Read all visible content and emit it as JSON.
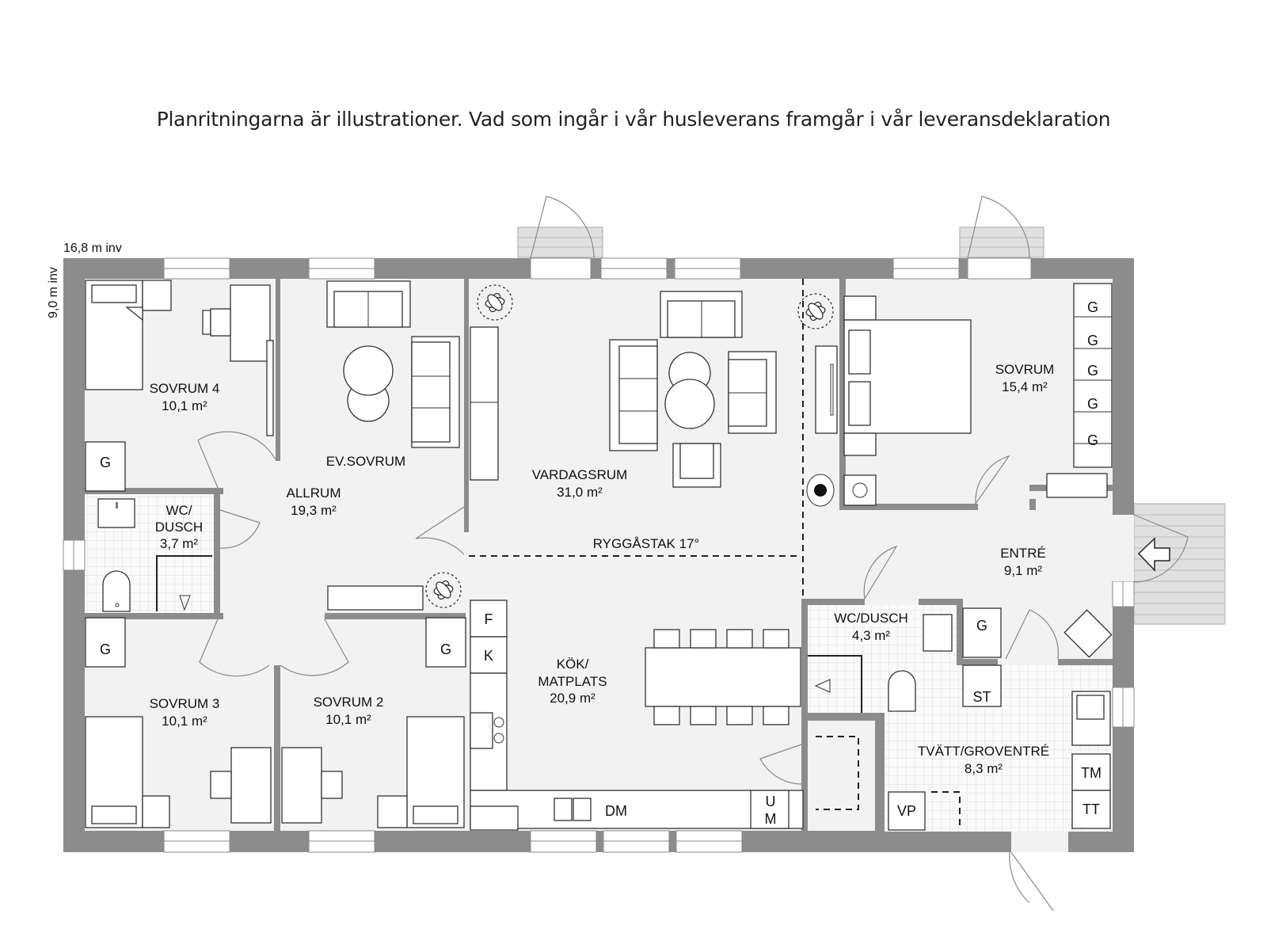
{
  "caption": "Planritningarna är illustrationer. Vad som ingår i vår husleverans framgår i vår leveransdeklaration",
  "dimensions": {
    "width": "16,8 m inv",
    "depth": "9,0 m inv"
  },
  "roof": "RYGGÅSTAK 17°",
  "rooms": {
    "sovrum4": {
      "name": "SOVRUM 4",
      "area": "10,1 m²"
    },
    "allrum": {
      "alt": "EV.SOVRUM",
      "name": "ALLRUM",
      "area": "19,3 m²"
    },
    "wc1": {
      "name1": "WC/",
      "name2": "DUSCH",
      "area": "3,7 m²"
    },
    "sovrum3": {
      "name": "SOVRUM 3",
      "area": "10,1 m²"
    },
    "sovrum2": {
      "name": "SOVRUM 2",
      "area": "10,1 m²"
    },
    "vardagsrum": {
      "name": "VARDAGSRUM",
      "area": "31,0 m²"
    },
    "kok": {
      "name1": "KÖK/",
      "name2": "MATPLATS",
      "area": "20,9 m²"
    },
    "sovrum": {
      "name": "SOVRUM",
      "area": "15,4 m²"
    },
    "entre": {
      "name": "ENTRÉ",
      "area": "9,1 m²"
    },
    "wc2": {
      "name": "WC/DUSCH",
      "area": "4,3 m²"
    },
    "tvatt": {
      "name": "TVÄTT/GROVENTRÉ",
      "area": "8,3 m²"
    }
  },
  "fixtures": {
    "wardrobe": "G",
    "fridge": "F",
    "freezer": "K",
    "dishwasher": "DM",
    "oven_u": "U",
    "oven_m": "M",
    "storage": "ST",
    "water_heater": "VP",
    "dryer": "TM",
    "tumble": "TT"
  },
  "colors": {
    "wall": "#8c8c8c",
    "floor": "#f2f2f2",
    "furniture": "#ffffff",
    "deck": "#e0e0e0"
  }
}
